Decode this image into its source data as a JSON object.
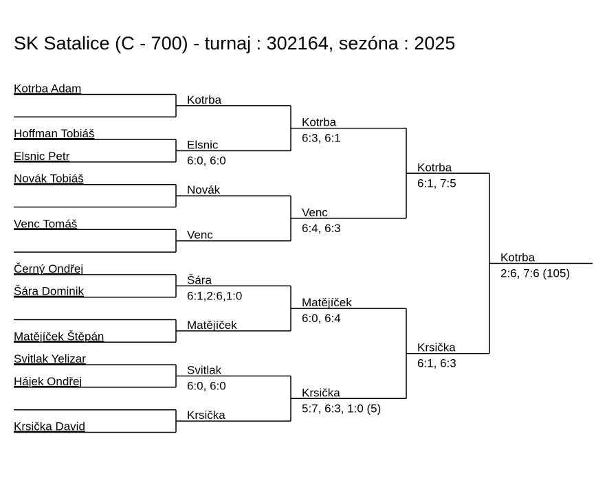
{
  "title": "SK Satalice (C - 700) - turnaj : 302164, sezóna : 2025",
  "round1": [
    "Kotrba Adam",
    "",
    "Hoffman Tobiáš",
    "Elsnic Petr",
    "Novák Tobiáš",
    "",
    "Venc Tomáš",
    "",
    "Černý Ondřej",
    "Šára Dominik",
    "",
    "Matějíček Štěpán",
    "Svitlak Yelizar",
    "Hájek Ondřej",
    "",
    "Krsička David"
  ],
  "round2": [
    {
      "name": "Kotrba",
      "score": ""
    },
    {
      "name": "Elsnic",
      "score": "6:0, 6:0"
    },
    {
      "name": "Novák",
      "score": ""
    },
    {
      "name": "Venc",
      "score": ""
    },
    {
      "name": "Šára",
      "score": "6:1,2:6,1:0"
    },
    {
      "name": "Matějíček",
      "score": ""
    },
    {
      "name": "Svitlak",
      "score": "6:0, 6:0"
    },
    {
      "name": "Krsička",
      "score": ""
    }
  ],
  "round3": [
    {
      "name": "Kotrba",
      "score": "6:3, 6:1"
    },
    {
      "name": "Venc",
      "score": "6:4, 6:3"
    },
    {
      "name": "Matějíček",
      "score": "6:0, 6:4"
    },
    {
      "name": "Krsička",
      "score": "5:7, 6:3, 1:0 (5)"
    }
  ],
  "round4": [
    {
      "name": "Kotrba",
      "score": "6:1, 7:5"
    },
    {
      "name": "Krsička",
      "score": "6:1, 6:3"
    }
  ],
  "final": {
    "name": "Kotrba",
    "score": "2:6, 7:6 (105)"
  }
}
